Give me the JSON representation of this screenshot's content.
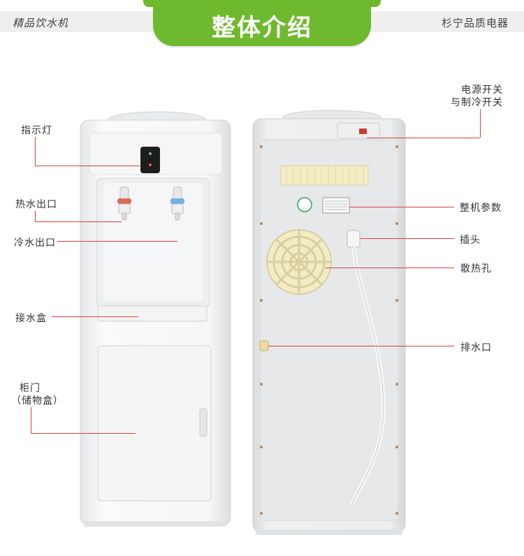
{
  "header": {
    "left_text": "精品饮水机",
    "title": "整体介绍",
    "right_text": "杉宁品质电器"
  },
  "labels_left": {
    "indicator": "指示灯",
    "hot_outlet": "热水出口",
    "cold_outlet": "冷水出口",
    "drip_tray": "接水盒",
    "cabinet_line1": "柜门",
    "cabinet_line2": "（储物盒）"
  },
  "labels_right": {
    "switch_line1": "电源开关",
    "switch_line2": "与制冷开关",
    "params": "整机参数",
    "plug": "插头",
    "vent": "散热孔",
    "drain": "排水口"
  },
  "colors": {
    "accent_green": "#6fb92e",
    "callout_red": "#d94040",
    "header_gray": "#efefef"
  }
}
